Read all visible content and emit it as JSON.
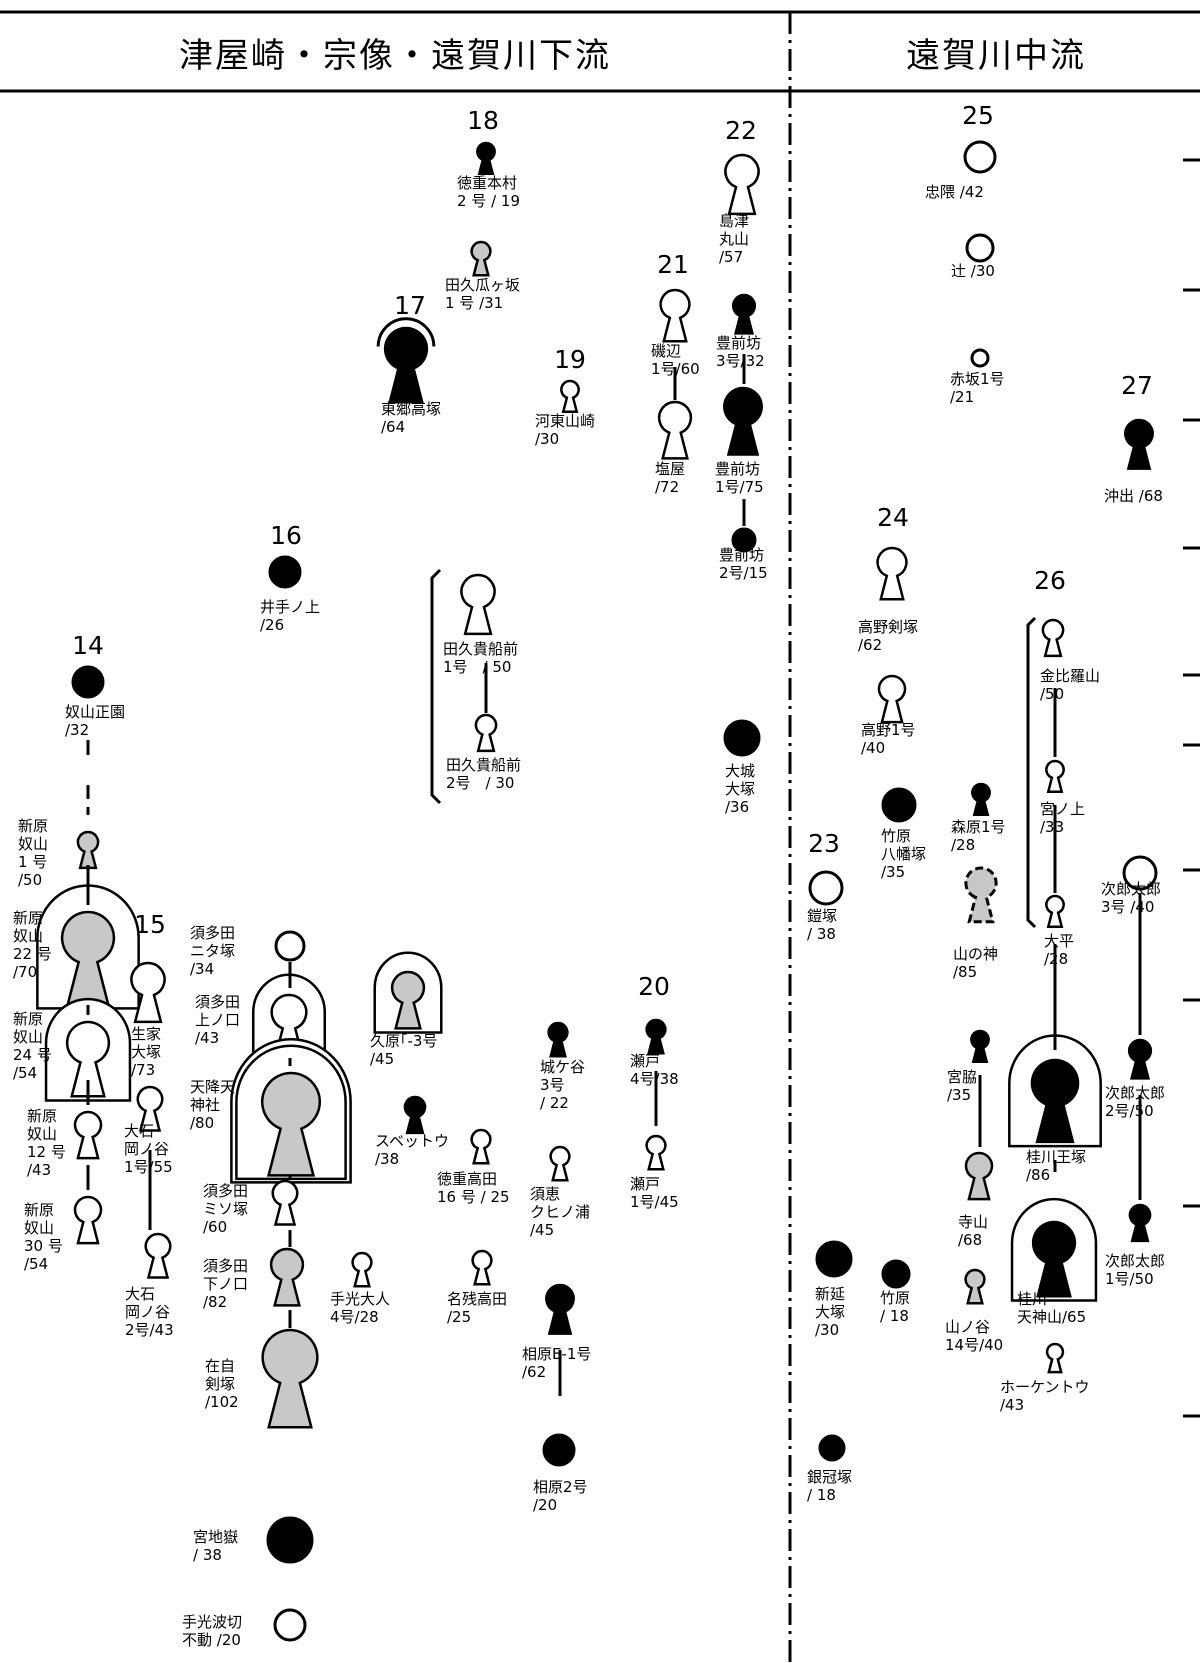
{
  "headers": {
    "left": "津屋崎・宗像・遠賀川下流",
    "right": "遠賀川中流"
  },
  "groups": [
    {
      "id": "14",
      "label": "14"
    },
    {
      "id": "15",
      "label": "15"
    },
    {
      "id": "16",
      "label": "16"
    },
    {
      "id": "17",
      "label": "17"
    },
    {
      "id": "18",
      "label": "18"
    },
    {
      "id": "19",
      "label": "19"
    },
    {
      "id": "20",
      "label": "20"
    },
    {
      "id": "21",
      "label": "21"
    },
    {
      "id": "22",
      "label": "22"
    },
    {
      "id": "23",
      "label": "23"
    },
    {
      "id": "24",
      "label": "24"
    },
    {
      "id": "25",
      "label": "25"
    },
    {
      "id": "26",
      "label": "26"
    },
    {
      "id": "27",
      "label": "27"
    }
  ],
  "legend_fills": {
    "black": "#000000",
    "gray": "#c8c8c8",
    "white": "#ffffff"
  },
  "tombs": [
    {
      "id": "t18a",
      "shape": "keyhole",
      "fill": "black",
      "label": "徳重本村\n2 号 / 19"
    },
    {
      "id": "t18b",
      "shape": "keyhole",
      "fill": "gray",
      "label": "田久瓜ヶ坂\n1 号 /31"
    },
    {
      "id": "t17",
      "shape": "keyhole",
      "fill": "black",
      "moat": "arc",
      "label": "東郷高塚\n/64"
    },
    {
      "id": "t19",
      "shape": "keyhole",
      "fill": "white",
      "label": "河東山崎\n/30"
    },
    {
      "id": "t21a",
      "shape": "keyhole",
      "fill": "white",
      "label": "磯辺\n1号/60"
    },
    {
      "id": "t21b",
      "shape": "keyhole",
      "fill": "white",
      "label": "塩屋\n/72"
    },
    {
      "id": "t22a",
      "shape": "keyhole",
      "fill": "white",
      "label": "島津\n丸山\n/57"
    },
    {
      "id": "t22b",
      "shape": "keyhole",
      "fill": "black",
      "label": "豊前坊\n3号/32"
    },
    {
      "id": "t22c",
      "shape": "keyhole",
      "fill": "black",
      "label": "豊前坊\n1号/75"
    },
    {
      "id": "t22d",
      "shape": "circle",
      "fill": "black",
      "label": "豊前坊\n2号/15"
    },
    {
      "id": "t16",
      "shape": "circle",
      "fill": "black",
      "label": "井手ノ上\n/26"
    },
    {
      "id": "ttk1",
      "shape": "keyhole",
      "fill": "white",
      "label": "田久貴船前\n1号　/ 50"
    },
    {
      "id": "ttk2",
      "shape": "keyhole",
      "fill": "white",
      "label": "田久貴船前\n2号　/ 30"
    },
    {
      "id": "tdaijo",
      "shape": "circle",
      "fill": "black",
      "label": "大城\n大塚\n/36"
    },
    {
      "id": "t14",
      "shape": "circle",
      "fill": "black",
      "label": "奴山正園\n/32"
    },
    {
      "id": "tny1",
      "shape": "keyhole",
      "fill": "gray",
      "label": "新原\n奴山\n1 号\n/50"
    },
    {
      "id": "tny22",
      "shape": "keyhole",
      "fill": "gray",
      "moat": "double",
      "label": "新原\n奴山\n22 号\n/70"
    },
    {
      "id": "tny24",
      "shape": "keyhole",
      "fill": "white",
      "moat": "double",
      "label": "新原\n奴山\n24 号\n/54"
    },
    {
      "id": "tny12",
      "shape": "keyhole",
      "fill": "white",
      "label": "新原\n奴山\n12 号\n/43"
    },
    {
      "id": "tny30",
      "shape": "keyhole",
      "fill": "white",
      "label": "新原\n奴山\n30 号\n/54"
    },
    {
      "id": "t15a",
      "shape": "keyhole",
      "fill": "white",
      "label": "生家\n大塚\n/73"
    },
    {
      "id": "t15b",
      "shape": "keyhole",
      "fill": "white",
      "label": "大石\n岡ノ谷\n1号/55"
    },
    {
      "id": "t15c",
      "shape": "keyhole",
      "fill": "white",
      "label": "大石\n岡ノ谷\n2号/43"
    },
    {
      "id": "tsu1",
      "shape": "circle",
      "fill": "white",
      "label": "須多田\nニタ塚\n/34"
    },
    {
      "id": "tsu2",
      "shape": "keyhole",
      "fill": "white",
      "moat": "double",
      "label": "須多田\n上ノ口\n/43"
    },
    {
      "id": "ttenko",
      "shape": "keyhole",
      "fill": "gray",
      "moat": "triple",
      "label": "天降天\n神社\n/80"
    },
    {
      "id": "tsu3",
      "shape": "keyhole",
      "fill": "white",
      "label": "須多田\nミソ塚\n/60"
    },
    {
      "id": "tsu4",
      "shape": "keyhole",
      "fill": "gray",
      "label": "須多田\n下ノ口\n/82"
    },
    {
      "id": "tzai",
      "shape": "keyhole",
      "fill": "gray",
      "label": "在自\n剣塚\n/102"
    },
    {
      "id": "ttegami",
      "shape": "keyhole",
      "fill": "white",
      "label": "手光大人\n4号/28"
    },
    {
      "id": "tmiya",
      "shape": "circle",
      "fill": "black",
      "label": "宮地嶽\n/ 38"
    },
    {
      "id": "tnami",
      "shape": "circle",
      "fill": "white",
      "label": "手光波切\n不動 /20"
    },
    {
      "id": "tkubara",
      "shape": "keyhole",
      "fill": "gray",
      "moat": "double",
      "label": "久原｢-3号\n/45"
    },
    {
      "id": "tsvet",
      "shape": "keyhole",
      "fill": "black",
      "label": "スベットウ\n/38"
    },
    {
      "id": "ttoku",
      "shape": "keyhole",
      "fill": "white",
      "label": "徳重高田\n16 号 / 25"
    },
    {
      "id": "tnanoko",
      "shape": "keyhole",
      "fill": "white",
      "label": "名残高田\n/25"
    },
    {
      "id": "tjo",
      "shape": "keyhole",
      "fill": "black",
      "label": "城ケ谷\n3号\n/ 22"
    },
    {
      "id": "tsue",
      "shape": "keyhole",
      "fill": "white",
      "label": "須恵\nクヒノ浦\n/45"
    },
    {
      "id": "tai1",
      "shape": "keyhole",
      "fill": "black",
      "label": "相原E-1号\n/62"
    },
    {
      "id": "tai2",
      "shape": "circle",
      "fill": "black",
      "label": "相原2号\n/20"
    },
    {
      "id": "tse4",
      "shape": "keyhole",
      "fill": "black",
      "label": "瀬戸\n4号/38"
    },
    {
      "id": "tse1",
      "shape": "keyhole",
      "fill": "white",
      "label": "瀬戸\n1号/45"
    },
    {
      "id": "t25a",
      "shape": "circle",
      "fill": "white",
      "label": "忠隈 /42"
    },
    {
      "id": "t25b",
      "shape": "circle",
      "fill": "white",
      "label": "辻 /30"
    },
    {
      "id": "t25c",
      "shape": "circle",
      "fill": "white",
      "label": "赤坂1号\n/21"
    },
    {
      "id": "t27",
      "shape": "keyhole",
      "fill": "black",
      "label": "沖出 /68"
    },
    {
      "id": "t24a",
      "shape": "keyhole",
      "fill": "white",
      "label": "高野剣塚\n/62"
    },
    {
      "id": "t24b",
      "shape": "keyhole",
      "fill": "white",
      "label": "高野1号\n/40"
    },
    {
      "id": "ttakehara8",
      "shape": "circle",
      "fill": "black",
      "label": "竹原\n八幡塚\n/35"
    },
    {
      "id": "tmori",
      "shape": "keyhole",
      "fill": "black",
      "label": "森原1号\n/28"
    },
    {
      "id": "tyamanokami",
      "shape": "keyhole",
      "fill": "gray",
      "moat": "dashed",
      "label": "山の神\n/85"
    },
    {
      "id": "t26a",
      "shape": "keyhole",
      "fill": "white",
      "label": "金比羅山\n/50"
    },
    {
      "id": "t26b",
      "shape": "keyhole",
      "fill": "white",
      "label": "宮ノ上\n/33"
    },
    {
      "id": "t26c",
      "shape": "keyhole",
      "fill": "white",
      "label": "大平\n/28"
    },
    {
      "id": "t23",
      "shape": "circle",
      "fill": "white",
      "label": "鎧塚\n/ 38"
    },
    {
      "id": "tjiro3",
      "shape": "circle",
      "fill": "white",
      "label": "次郎太郎\n3号 /40"
    },
    {
      "id": "tjiro2",
      "shape": "keyhole",
      "fill": "black",
      "label": "次郎太郎\n2号/50"
    },
    {
      "id": "tjiro1",
      "shape": "keyhole",
      "fill": "black",
      "label": "次郎太郎\n1号/50"
    },
    {
      "id": "tmiyawaki",
      "shape": "keyhole",
      "fill": "black",
      "label": "宮脇\n/35"
    },
    {
      "id": "tkeio",
      "shape": "keyhole",
      "fill": "black",
      "moat": "double",
      "label": "桂川王塚\n/86"
    },
    {
      "id": "tterayama",
      "shape": "keyhole",
      "fill": "gray",
      "label": "寺山\n/68"
    },
    {
      "id": "ttenjin",
      "shape": "keyhole",
      "fill": "black",
      "moat": "double",
      "label": "桂川\n天神山/65"
    },
    {
      "id": "tyamanoya",
      "shape": "keyhole",
      "fill": "gray",
      "label": "山ノ谷\n14号/40"
    },
    {
      "id": "thoken",
      "shape": "keyhole",
      "fill": "white",
      "label": "ホーケントウ\n/43"
    },
    {
      "id": "tshinen",
      "shape": "circle",
      "fill": "black",
      "label": "新延\n大塚\n/30"
    },
    {
      "id": "ttakehara",
      "shape": "circle",
      "fill": "black",
      "label": "竹原\n/ 18"
    },
    {
      "id": "tgin",
      "shape": "circle",
      "fill": "black",
      "label": "銀冠塚\n/ 18"
    }
  ]
}
